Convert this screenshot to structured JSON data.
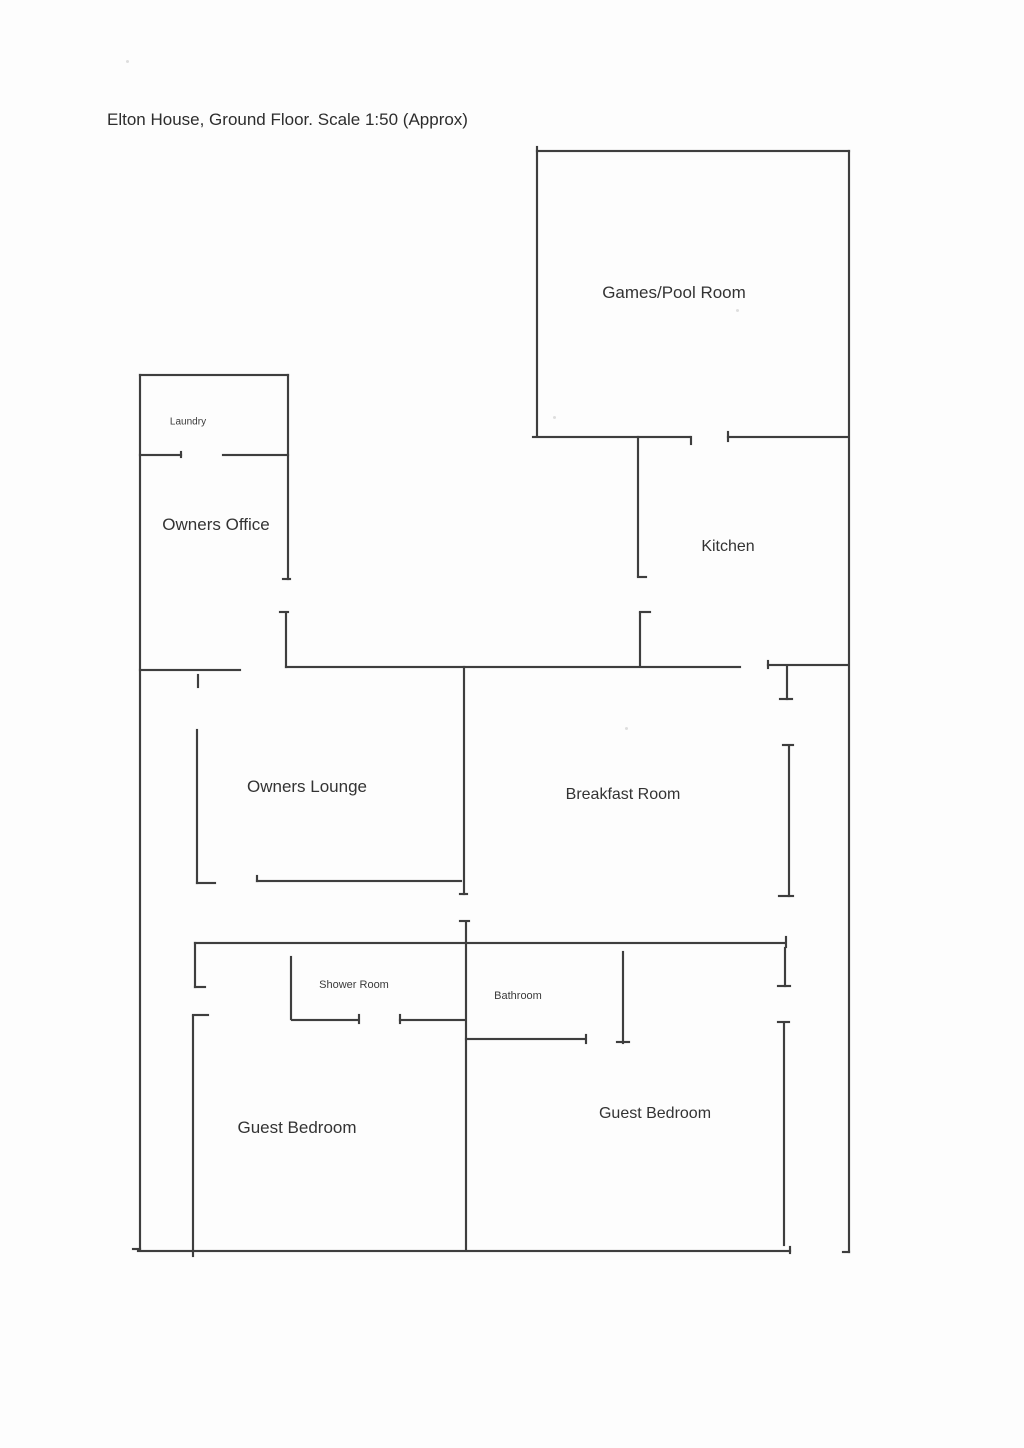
{
  "title": "Elton House, Ground Floor. Scale 1:50 (Approx)",
  "rooms": {
    "games_pool": {
      "label": "Games/Pool Room"
    },
    "laundry": {
      "label": "Laundry"
    },
    "owners_office": {
      "label": "Owners Office"
    },
    "kitchen": {
      "label": "Kitchen"
    },
    "owners_lounge": {
      "label": "Owners Lounge"
    },
    "breakfast_room": {
      "label": "Breakfast Room"
    },
    "shower_room": {
      "label": "Shower Room"
    },
    "bathroom": {
      "label": "Bathroom"
    },
    "guest_bedroom_left": {
      "label": "Guest Bedroom"
    },
    "guest_bedroom_right": {
      "label": "Guest Bedroom"
    }
  }
}
